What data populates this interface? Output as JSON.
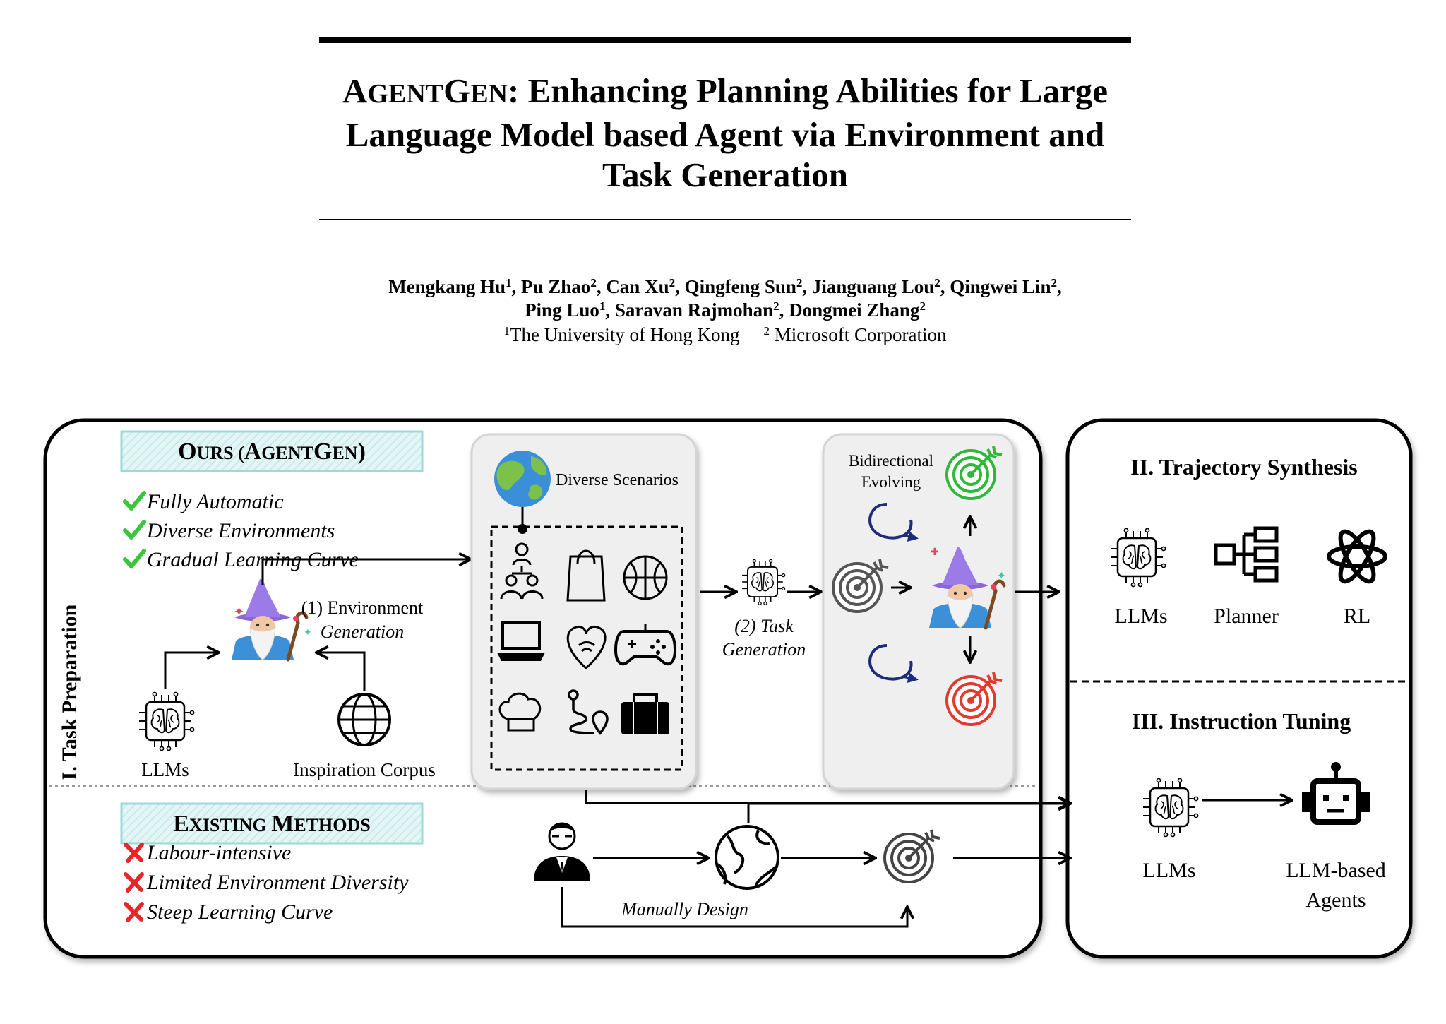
{
  "paper": {
    "title_sc1": "A",
    "title_sc2": "GENT",
    "title_sc3": "G",
    "title_sc4": "EN",
    "title_rest1": ": Enhancing Planning Abilities for Large",
    "title_line2": "Language Model based Agent via Environment and",
    "title_line3": "Task Generation",
    "authors": [
      {
        "name": "Mengkang Hu",
        "aff": "1",
        "sep": ", "
      },
      {
        "name": "Pu Zhao",
        "aff": "2",
        "sep": ", "
      },
      {
        "name": "Can Xu",
        "aff": "2",
        "sep": ", "
      },
      {
        "name": "Qingfeng Sun",
        "aff": "2",
        "sep": ", "
      },
      {
        "name": "Jianguang Lou",
        "aff": "2",
        "sep": ", "
      },
      {
        "name": "Qingwei Lin",
        "aff": "2",
        "sep": ","
      },
      {
        "name": "Ping Luo",
        "aff": "1",
        "sep": ", "
      },
      {
        "name": "Saravan Rajmohan",
        "aff": "2",
        "sep": ", "
      },
      {
        "name": "Dongmei Zhang",
        "aff": "2",
        "sep": ""
      }
    ],
    "affiliations": [
      {
        "num": "1",
        "name": "The University of Hong Kong"
      },
      {
        "num": "2",
        "name": " Microsoft Corporation"
      }
    ]
  },
  "figure": {
    "ours_sc": [
      "O",
      "URS (",
      "A",
      "GENT",
      "G",
      "EN",
      ")"
    ],
    "ours_benefits": [
      "Fully Automatic",
      "Diverse Environments",
      "Gradual Learning Curve"
    ],
    "existing_sc": [
      "E",
      "XISTING ",
      "M",
      "ETHODS"
    ],
    "existing_drawbacks": [
      "Labour-intensive",
      "Limited Environment Diversity",
      "Steep Learning Curve"
    ],
    "task_preparation": "I. Task Preparation",
    "env_gen_line1": "(1) Environment",
    "env_gen_line2": "Generation",
    "llms": "LLMs",
    "inspiration_corpus": "Inspiration Corpus",
    "diverse_scenarios": "Diverse Scenarios",
    "task_gen_line1": "(2) Task",
    "task_gen_line2": "Generation",
    "bidirectional_line1": "Bidirectional",
    "bidirectional_line2": "Evolving",
    "manually_design": "Manually Design",
    "trajectory_synthesis": "II. Trajectory Synthesis",
    "planner": "Planner",
    "rl": "RL",
    "instruction_tuning": "III. Instruction Tuning",
    "llm_agents_line1": "LLM-based",
    "llm_agents_line2": "Agents"
  },
  "colors": {
    "ours_label_bg": "#e3f5f5",
    "ours_label_border": "#9fd8d8",
    "check_green": "#3cc43c",
    "cross_red": "#e8262a",
    "target_green": "#2fb83a",
    "target_red": "#e23a2c",
    "loop_navy": "#1d2b7a",
    "wizard_purple": "#9b7be8",
    "globe_blue": "#3b8fd9",
    "globe_green": "#7cc24a"
  },
  "icons": {
    "checkmark": "checkmark-icon",
    "cross": "cross-icon",
    "brain_chip": "brain-chip-icon",
    "wizard": "wizard-icon",
    "world": "globe-icon",
    "scenario_icons": [
      "people-hierarchy-icon",
      "shopping-bag-icon",
      "basketball-icon",
      "laptop-icon",
      "heart-icon",
      "gamepad-icon",
      "chef-hat-icon",
      "route-icon",
      "briefcase-icon"
    ],
    "target": "target-icon",
    "loop": "loop-arrow-icon",
    "planner": "planner-flowchart-icon",
    "rl": "atom-icon",
    "robot": "robot-icon",
    "person": "businessman-icon"
  }
}
